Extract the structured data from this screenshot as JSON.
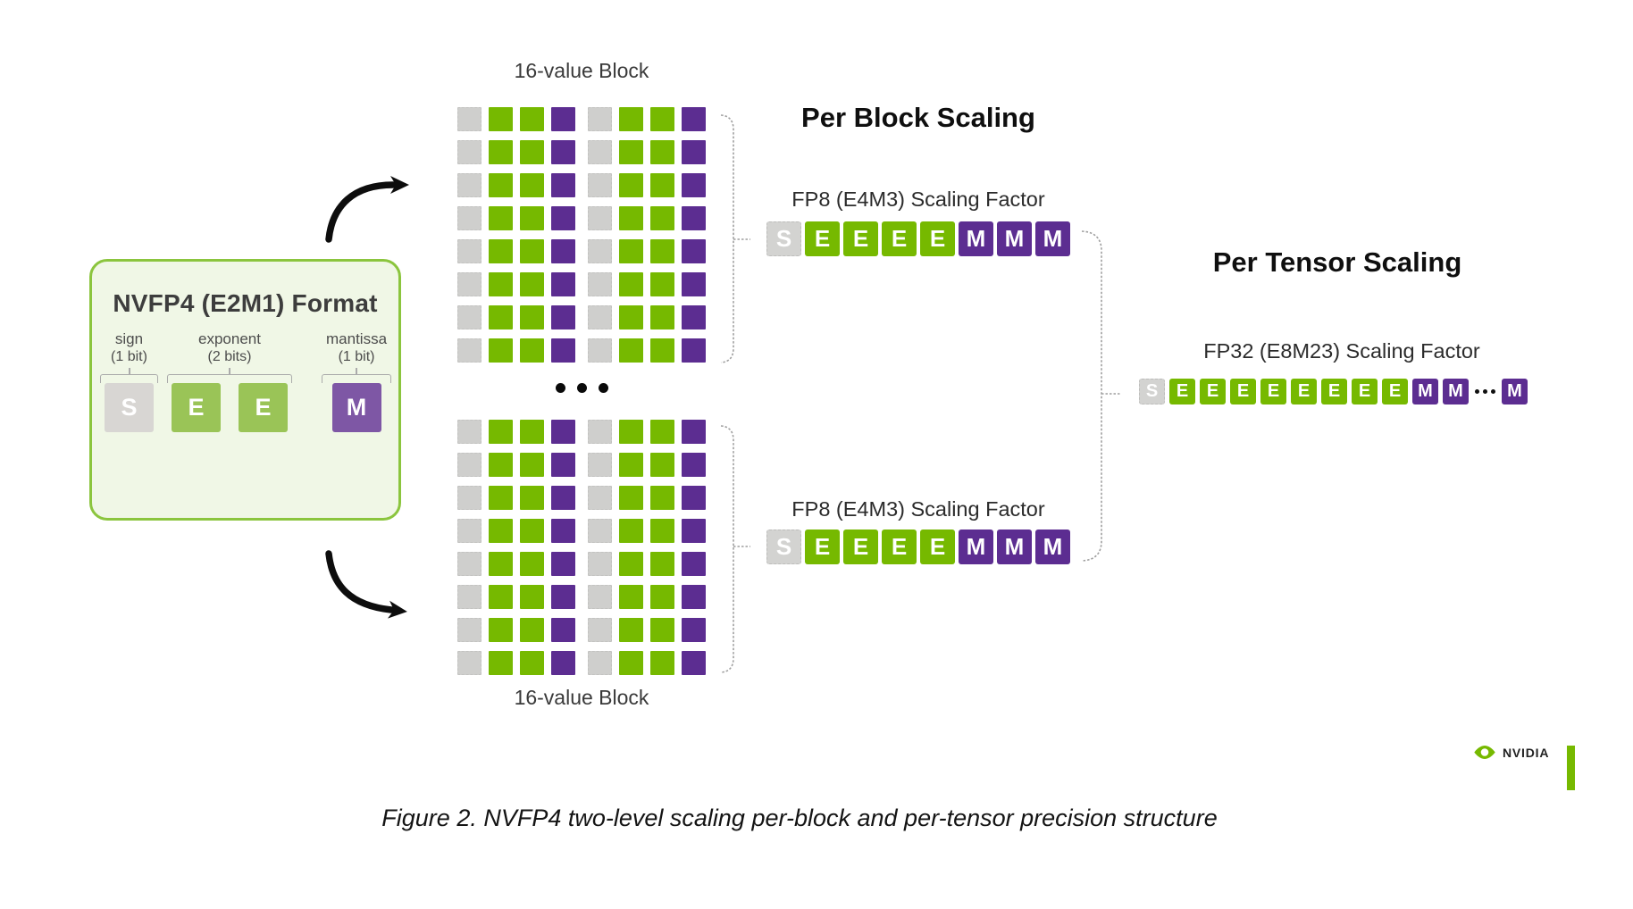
{
  "format_box": {
    "title": "NVFP4 (E2M1) Format",
    "fields": [
      {
        "name": "sign",
        "label": "sign",
        "sublabel": "(1 bit)",
        "bits": [
          "S"
        ]
      },
      {
        "name": "exponent",
        "label": "exponent",
        "sublabel": "(2 bits)",
        "bits": [
          "E",
          "E"
        ]
      },
      {
        "name": "mantissa",
        "label": "mantissa",
        "sublabel": "(1 bit)",
        "bits": [
          "M"
        ]
      }
    ]
  },
  "blocks": {
    "top": {
      "label": "16-value Block"
    },
    "bottom": {
      "label": "16-value Block"
    },
    "rows": 8,
    "row_pattern": [
      "S",
      "E",
      "E",
      "M",
      "S",
      "E",
      "E",
      "M"
    ],
    "ellipsis": "•••"
  },
  "per_block_scaling": {
    "heading": "Per Block Scaling",
    "factors": [
      {
        "label": "FP8 (E4M3) Scaling Factor",
        "bits": [
          "S",
          "E",
          "E",
          "E",
          "E",
          "M",
          "M",
          "M"
        ]
      },
      {
        "label": "FP8 (E4M3) Scaling Factor",
        "bits": [
          "S",
          "E",
          "E",
          "E",
          "E",
          "M",
          "M",
          "M"
        ]
      }
    ]
  },
  "per_tensor_scaling": {
    "heading": "Per Tensor Scaling",
    "factor_label": "FP32 (E8M23) Scaling Factor",
    "bits": [
      "S",
      "E",
      "E",
      "E",
      "E",
      "E",
      "E",
      "E",
      "E",
      "M",
      "M",
      "...",
      "M"
    ],
    "ellipsis": "•••"
  },
  "colors": {
    "green": "#76b900",
    "purple": "#5c2d91",
    "gray": "#cfcfcd",
    "box_green": "#9ac457",
    "box_purple": "#7e57a5",
    "box_gray": "#d8d6d3",
    "box_bg": "#f0f7e6",
    "box_border": "#8bc53e"
  },
  "branding": {
    "logo_text": "NVIDIA"
  },
  "caption": "Figure 2. NVFP4 two-level scaling per-block and per-tensor precision structure"
}
